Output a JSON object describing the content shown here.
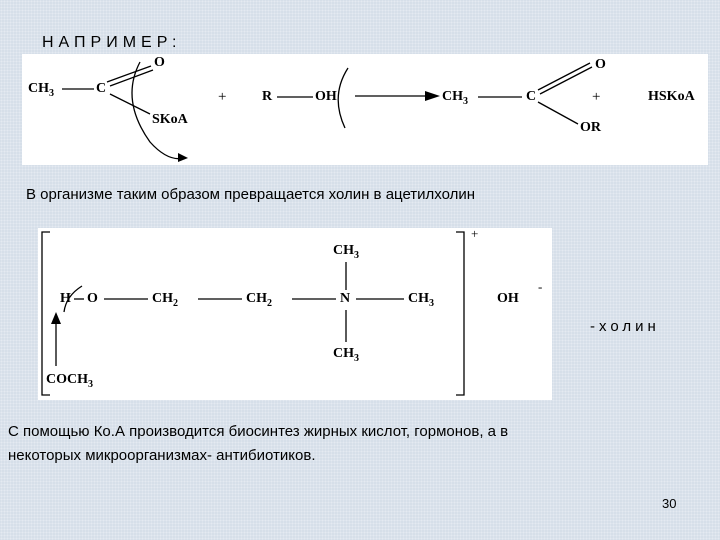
{
  "heading": "НАПРИМЕР:",
  "reaction": {
    "ch3_left": "CH",
    "c_left": "C",
    "o_top_left": "O",
    "skoa": "SKoA",
    "plus1": "+",
    "r": "R",
    "oh": "OH",
    "ch3_right": "CH",
    "c_right": "C",
    "o_top_right": "O",
    "plus2": "+",
    "or": "OR",
    "hskoa": "HSKoA",
    "sub3": "3"
  },
  "text1": "В организме таким образом превращается холин в ацетилхолин",
  "choline": {
    "h": "H",
    "o": "O",
    "ch2_a": "CH",
    "ch2_b": "CH",
    "sub2": "2",
    "n": "N",
    "ch3_top": "CH",
    "ch3_right": "CH",
    "ch3_bottom": "CH",
    "sub3": "3",
    "oh": "OH",
    "coch3": "COCH",
    "plus": "+",
    "minus": "-"
  },
  "choline_label": "-холин",
  "text2_line1": "С помощью Ко.А производится биосинтез жирных кислот, гормонов, а в",
  "text2_line2": "некоторых микроорганизмах- антибиотиков.",
  "page_number": "30"
}
